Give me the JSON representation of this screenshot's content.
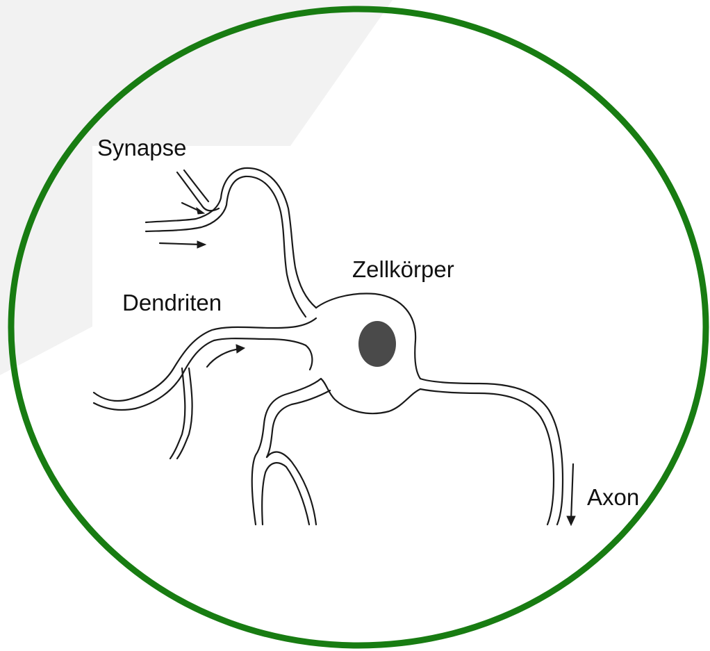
{
  "labels": {
    "synapse": "Synapse",
    "cell_body": "Zellkörper",
    "dendrites": "Dendriten",
    "axon": "Axon"
  },
  "colors": {
    "frame_ring": "#187c12",
    "background_shape": "#f2f2f2",
    "line_art": "#1a1a1a",
    "nucleus": "#4a4a4a"
  }
}
